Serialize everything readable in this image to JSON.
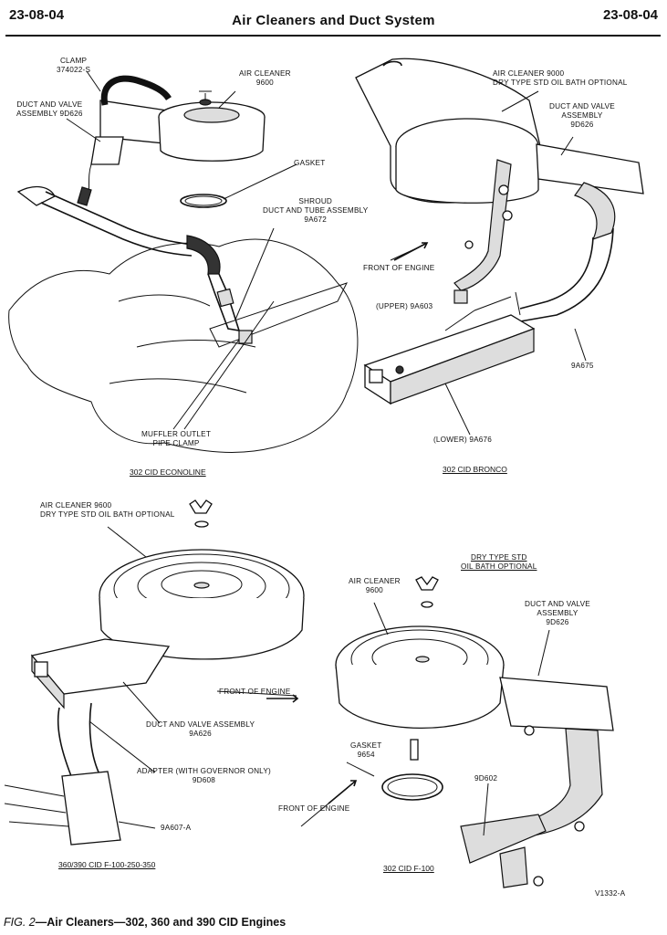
{
  "header": {
    "page_left": "23-08-04",
    "title": "Air Cleaners and Duct System",
    "page_right": "23-08-04"
  },
  "econoline": {
    "caption": "302 CID ECONOLINE",
    "clamp": [
      "CLAMP",
      "374022-S"
    ],
    "duct_valve": [
      "DUCT AND VALVE",
      "ASSEMBLY 9D626"
    ],
    "air_cleaner": [
      "AIR CLEANER",
      "9600"
    ],
    "gasket": "GASKET",
    "shroud": [
      "SHROUD",
      "DUCT AND TUBE ASSEMBLY",
      "9A672"
    ],
    "muffler": [
      "MUFFLER OUTLET",
      "PIPE CLAMP"
    ]
  },
  "bronco": {
    "caption": "302 CID BRONCO",
    "air_cleaner": [
      "AIR CLEANER 9000",
      "DRY TYPE STD OIL BATH OPTIONAL"
    ],
    "duct_valve": [
      "DUCT AND VALVE",
      "ASSEMBLY",
      "9D626"
    ],
    "front": "FRONT OF ENGINE",
    "upper": "(UPPER) 9A603",
    "part_9a675": "9A675",
    "lower": "(LOWER) 9A676"
  },
  "f100_350": {
    "caption": "360/390 CID F-100-250-350",
    "air_cleaner": [
      "AIR CLEANER 9600",
      "DRY TYPE STD OIL BATH OPTIONAL"
    ],
    "front": "FRONT OF ENGINE",
    "duct_valve": [
      "DUCT AND VALVE ASSEMBLY",
      "9A626"
    ],
    "adapter": [
      "ADAPTER (WITH GOVERNOR ONLY)",
      "9D608"
    ],
    "part_9a607": "9A607-A"
  },
  "f100": {
    "caption": "302 CID F-100",
    "dry_type": [
      "DRY TYPE STD",
      "OIL BATH OPTIONAL"
    ],
    "air_cleaner": [
      "AIR CLEANER",
      "9600"
    ],
    "duct_valve": [
      "DUCT AND VALVE",
      "ASSEMBLY",
      "9D626"
    ],
    "gasket": [
      "GASKET",
      "9654"
    ],
    "part_9d602": "9D602",
    "front": "FRONT OF ENGINE",
    "ref": "V1332-A"
  },
  "figure": {
    "number": "FIG. 2",
    "caption": "—Air Cleaners—302, 360 and 390 CID Engines"
  }
}
